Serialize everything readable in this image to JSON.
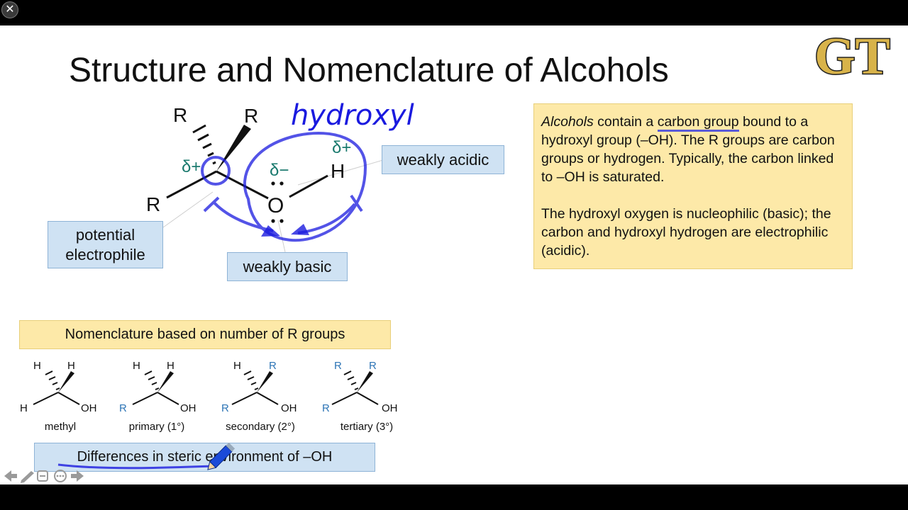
{
  "window": {
    "close_symbol": "✕"
  },
  "title": "Structure and Nomenclature of Alcohols",
  "logo": {
    "text": "GT"
  },
  "structure": {
    "atoms": {
      "r_top_left": "R",
      "r_top_right": "R",
      "r_left": "R",
      "oxygen": "O",
      "hydrogen": "H"
    },
    "charges": {
      "carbon": "δ+",
      "oxygen": "δ−",
      "hydrogen": "δ+"
    },
    "handwritten_label": "hydroxyl",
    "labels": {
      "weakly_acidic": "weakly acidic",
      "potential_line1": "potential",
      "potential_line2": "electrophile",
      "weakly_basic": "weakly basic"
    }
  },
  "info": {
    "p1_em": "Alcohols",
    "p1_a": " contain a ",
    "p1_u": "carbon group",
    "p1_b": " bound to a hydroxyl group (–OH). The R groups are carbon groups or hydrogen. Typically, the carbon linked to –OH is saturated.",
    "p2": "The hydroxyl oxygen is nucleophilic (basic); the carbon and hydroxyl hydrogen are electrophilic (acidic)."
  },
  "nomenclature": {
    "header": "Nomenclature based on number of R groups",
    "footer": "Differences in steric environment of –OH",
    "types": [
      {
        "top_left": "H",
        "top_right": "H",
        "left": "H",
        "right": "OH",
        "label": "methyl"
      },
      {
        "top_left": "H",
        "top_right": "H",
        "left": "R",
        "right": "OH",
        "label": "primary (1°)"
      },
      {
        "top_left": "H",
        "top_right": "R",
        "left": "R",
        "right": "OH",
        "label": "secondary (2°)"
      },
      {
        "top_left": "R",
        "top_right": "R",
        "left": "R",
        "right": "OH",
        "label": "tertiary (3°)"
      }
    ]
  },
  "colors": {
    "r_blue": "#2e75b6",
    "ink_blue": "#1a1adf",
    "charge_teal": "#1a7a6e",
    "logo_gold": "#d8b34a"
  },
  "controls": [
    "arrow-left-icon",
    "pen-icon",
    "slides-icon",
    "more-icon",
    "arrow-right-icon"
  ]
}
